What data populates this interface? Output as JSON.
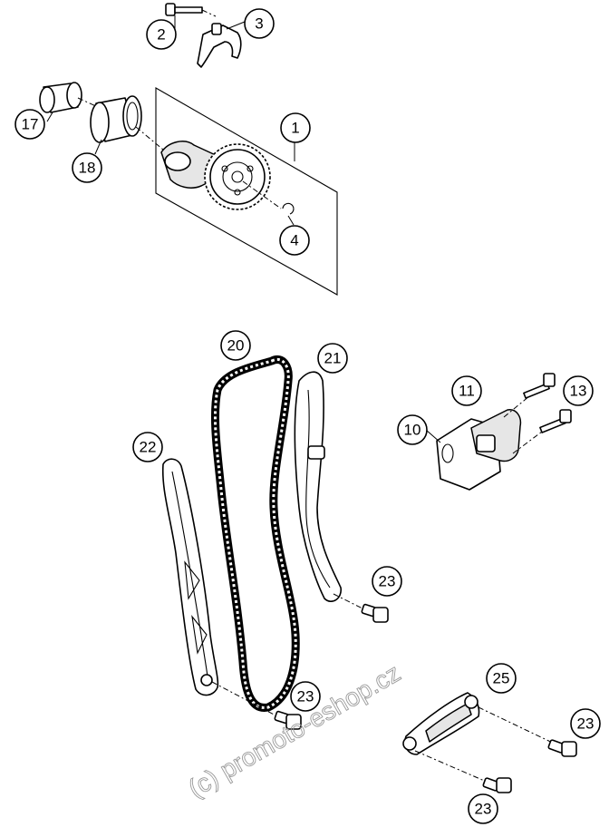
{
  "callouts": [
    {
      "id": "c1",
      "label": "1"
    },
    {
      "id": "c2",
      "label": "2"
    },
    {
      "id": "c3",
      "label": "3"
    },
    {
      "id": "c4",
      "label": "4"
    },
    {
      "id": "c10",
      "label": "10"
    },
    {
      "id": "c11",
      "label": "11"
    },
    {
      "id": "c13",
      "label": "13"
    },
    {
      "id": "c17",
      "label": "17"
    },
    {
      "id": "c18",
      "label": "18"
    },
    {
      "id": "c20",
      "label": "20"
    },
    {
      "id": "c21",
      "label": "21"
    },
    {
      "id": "c22",
      "label": "22"
    },
    {
      "id": "c23a",
      "label": "23"
    },
    {
      "id": "c23b",
      "label": "23"
    },
    {
      "id": "c23c",
      "label": "23"
    },
    {
      "id": "c23d",
      "label": "23"
    },
    {
      "id": "c25",
      "label": "25"
    }
  ],
  "watermark": "(c) promoto-eshop.cz"
}
